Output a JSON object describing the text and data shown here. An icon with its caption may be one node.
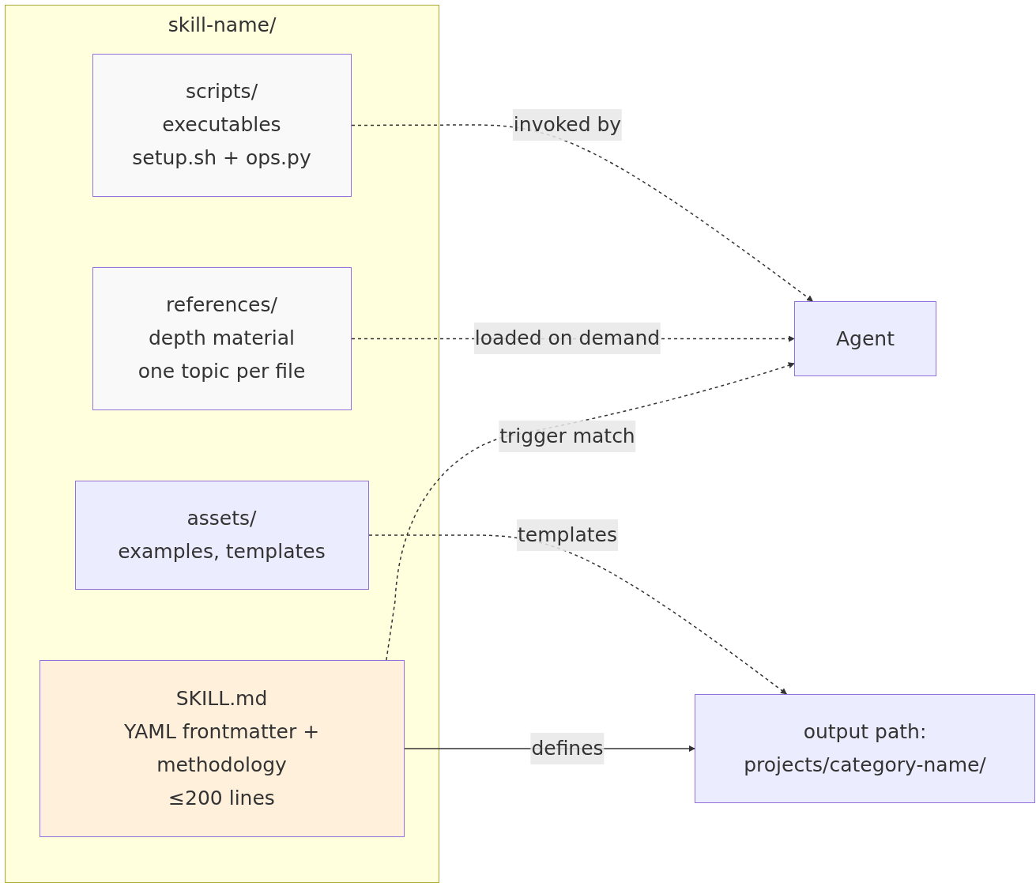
{
  "diagram": {
    "nodes": [
      {
        "text": [
          "skill-name/"
        ]
      },
      {
        "text": [
          "scripts/",
          "executables",
          "setup.sh + ops.py"
        ],
        "in": 0
      },
      {
        "text": [
          "references/",
          "depth material",
          "one topic per file"
        ],
        "in": 0
      },
      {
        "text": [
          "assets/",
          "examples, templates"
        ],
        "in": 0
      },
      {
        "text": [
          "SKILL.md",
          "YAML frontmatter + methodology",
          "≤200 lines"
        ],
        "in": 0
      },
      {
        "text": [
          "Agent"
        ]
      },
      {
        "text": [
          "output path:",
          "projects/category-name/"
        ]
      }
    ],
    "edges": [
      {
        "from": 1,
        "to": 5,
        "arrow": "to",
        "label": "invoked by",
        "style": "dashed"
      },
      {
        "from": 2,
        "to": 5,
        "arrow": "to",
        "label": "loaded on demand",
        "style": "dashed"
      },
      {
        "from": 4,
        "to": 5,
        "arrow": "to",
        "label": "trigger match",
        "style": "dashed"
      },
      {
        "from": 3,
        "to": 6,
        "arrow": "to",
        "label": "templates",
        "style": "dashed"
      },
      {
        "from": 4,
        "to": 6,
        "arrow": "to",
        "label": "defines"
      }
    ]
  }
}
